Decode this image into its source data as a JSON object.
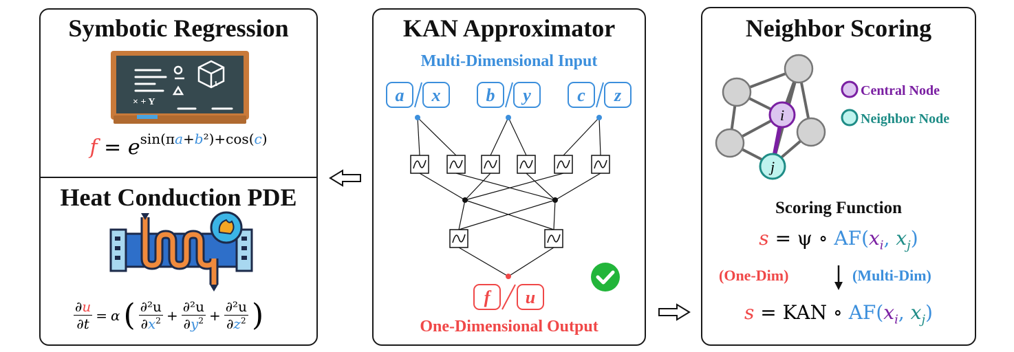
{
  "left": {
    "symbolic_title": "Symbotic Regression",
    "symbolic_formula": {
      "lhs": "f",
      "eq": " = ",
      "base": "e",
      "exp_parts": [
        "sin(π",
        "a",
        "+",
        "b",
        "²",
        ")+cos(",
        "c",
        ")"
      ]
    },
    "heat_title": "Heat Conduction PDE",
    "board_glyphs": "× + Y",
    "pde": {
      "num_d": "∂",
      "num_u": "u",
      "den": "∂t",
      "eq": "=",
      "alpha": "α",
      "t1_num": "∂²u",
      "t1_den": "∂",
      "t1_var": "x",
      "sq": "2",
      "t2_num": "∂²u",
      "t2_den": "∂",
      "t2_var": "y",
      "t3_num": "∂²u",
      "t3_den": "∂",
      "t3_var": "z",
      "plus": "+",
      "lparen": "(",
      "rparen": ")"
    }
  },
  "center": {
    "title": "KAN Approximator",
    "input_label": "Multi-Dimensional Input",
    "output_label": "One-Dimensional Output",
    "inputs": [
      {
        "a": "a",
        "b": "x"
      },
      {
        "a": "b",
        "b": "y"
      },
      {
        "a": "c",
        "b": "z"
      }
    ],
    "slash": "/",
    "outputs": {
      "a": "f",
      "b": "u"
    }
  },
  "right": {
    "title": "Neighbor Scoring",
    "legend_central": "Central Node",
    "legend_neighbor": "Neighbor Node",
    "node_i": "i",
    "node_j": "j",
    "scoring_title": "Scoring Function",
    "formula1": {
      "s": "s",
      "eq": " = ψ ∘ ",
      "af": "AF(",
      "xi": "x",
      "i": "i",
      "comma": ", ",
      "xj": "x",
      "j": "j",
      "close": ")"
    },
    "one_dim": "(One-Dim)",
    "multi_dim": "(Multi-Dim)",
    "formula2": {
      "s": "s",
      "eq": " = KAN ∘ ",
      "af": "AF(",
      "xi": "x",
      "i": "i",
      "comma": ", ",
      "xj": "x",
      "j": "j",
      "close": ")"
    }
  },
  "colors": {
    "red": "#f04848",
    "blue": "#3c8fdc",
    "purple": "#7a1fa2",
    "teal": "#1e8c86",
    "node_gray": "#d3d3d3",
    "check_green": "#22b53a"
  }
}
